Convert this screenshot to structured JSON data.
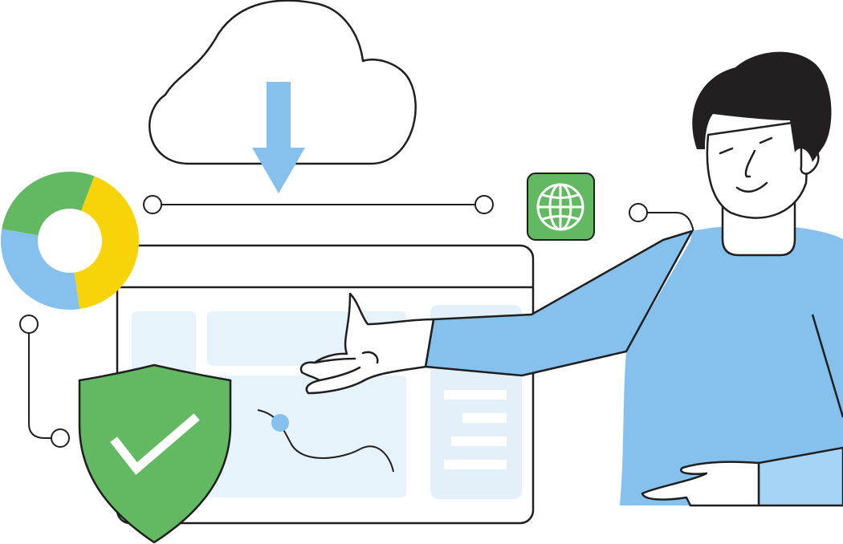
{
  "illustration": {
    "icons": [
      "cloud-download-icon",
      "donut-chart-icon",
      "globe-icon",
      "shield-check-icon",
      "browser-window-icon",
      "person-presenting"
    ],
    "colors": {
      "outline": "#1f1f1f",
      "sky_blue": "#85c1ec",
      "light_panel": "#e6f3fb",
      "green": "#62b962",
      "yellow": "#f9d30a",
      "hair": "#231f20",
      "white": "#ffffff"
    },
    "donut_chart": {
      "segments": [
        {
          "color": "#f9d30a",
          "fraction": 0.42
        },
        {
          "color": "#85c1ec",
          "fraction": 0.3
        },
        {
          "color": "#62b962",
          "fraction": 0.28
        }
      ]
    }
  }
}
